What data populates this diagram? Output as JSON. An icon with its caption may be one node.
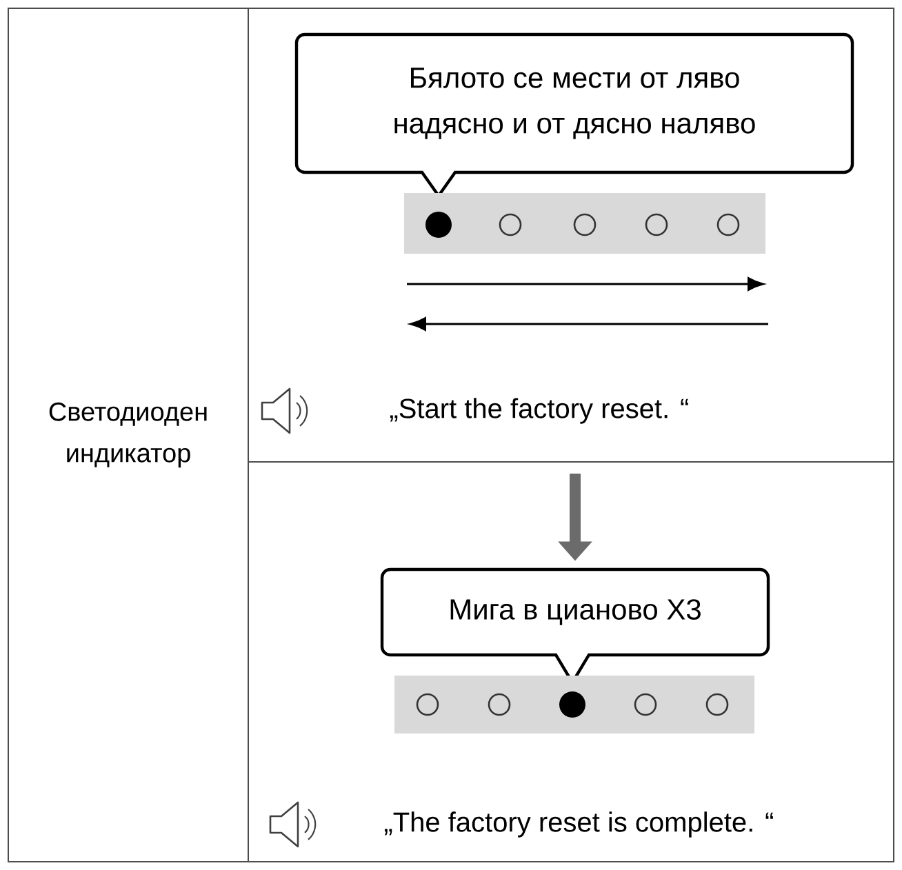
{
  "diagram": {
    "nodes": [
      {
        "text": [
          "Светодиоден индикатор"
        ]
      },
      {
        "text": [],
        "shape": "box"
      },
      {
        "text": [
          "Бялото се мести от ляво надясно и от дясно наляво"
        ],
        "in": 1
      },
      {
        "text": [],
        "shape": "box"
      },
      {
        "text": [
          "Мига в цианово X3"
        ],
        "in": 3
      }
    ],
    "edges": [
      {
        "from": 1,
        "to": 4,
        "arrow": "to"
      }
    ],
    "labels": [
      "„Start the factory reset. “",
      "„The factory reset is complete. “"
    ]
  }
}
